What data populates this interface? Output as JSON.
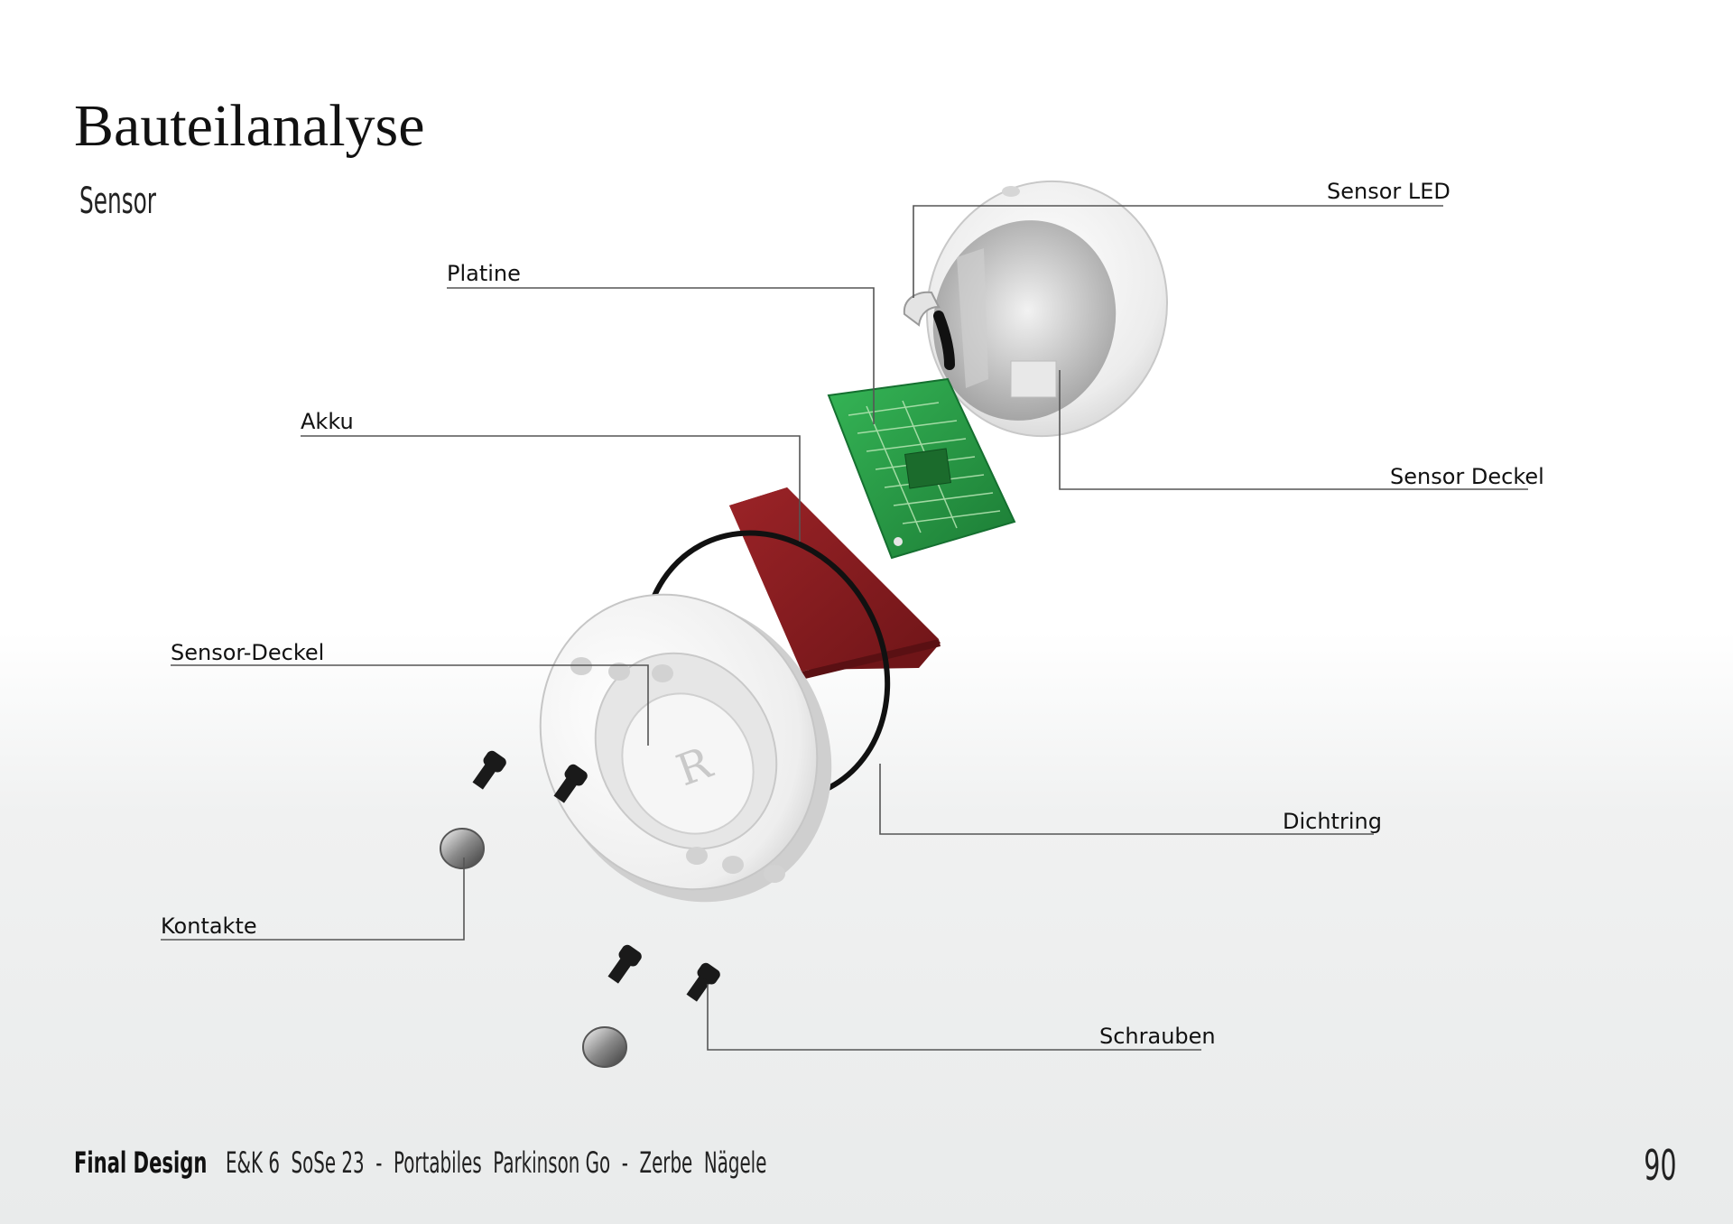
{
  "page": {
    "title": "Bauteilanalyse",
    "subtitle": "Sensor"
  },
  "callouts": {
    "sensor_led": "Sensor LED",
    "platine": "Platine",
    "akku": "Akku",
    "sensor_deckel_right": "Sensor Deckel",
    "sensor_deckel_left": "Sensor-Deckel",
    "dichtring": "Dichtring",
    "kontakte": "Kontakte",
    "schrauben": "Schrauben"
  },
  "base_logo_letter": "R",
  "footer": {
    "section": "Final Design",
    "course": "E&K 6  SoSe 23  -  Portabiles  Parkinson Go  -  Zerbe  Nägele",
    "page_number": "90"
  },
  "colors": {
    "battery": "#8b1e22",
    "pcb": "#2aa14a",
    "housing": "#f4f4f4",
    "seal": "#111111"
  }
}
